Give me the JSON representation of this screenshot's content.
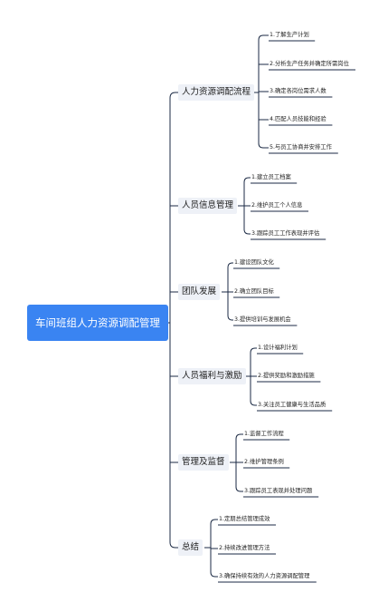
{
  "root": {
    "title": "车间班组人力资源调配管理"
  },
  "branches": [
    {
      "label": "人力资源调配流程",
      "items": [
        "1.了解生产计划",
        "2.分析生产任务并确定所需岗位",
        "3.确定各岗位需求人数",
        "4.匹配人员技能和经验",
        "5.与员工协商并安排工作"
      ]
    },
    {
      "label": "人员信息管理",
      "items": [
        "1.建立员工档案",
        "2.维护员工个人信息",
        "3.跟踪员工工作表现并评估"
      ]
    },
    {
      "label": "团队发展",
      "items": [
        "1.建设团队文化",
        "2.确立团队目标",
        "3.提供培训与发展机会"
      ]
    },
    {
      "label": "人员福利与激励",
      "items": [
        "1.设计福利计划",
        "2.提供奖励和激励措施",
        "3.关注员工健康与生活品质"
      ]
    },
    {
      "label": "管理及监督",
      "items": [
        "1.监督工作流程",
        "2.维护管理条例",
        "3.跟踪员工表现并处理问题"
      ]
    },
    {
      "label": "总结",
      "items": [
        "1.定期总结管理成效",
        "2.持续改进管理方法",
        "3.确保持续有效的人力资源调配管理"
      ]
    }
  ],
  "colors": {
    "root_fill": "#3a84f2",
    "branch_fill": "#eef1f7",
    "line": "#1b2a44"
  }
}
